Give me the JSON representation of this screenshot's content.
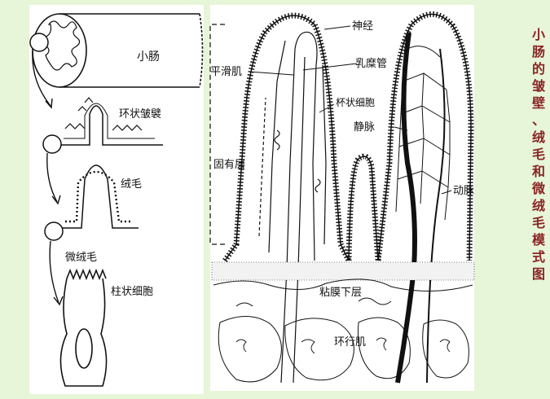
{
  "labels": {
    "small_intestine": "小肠",
    "circular_fold": "环状皱襞",
    "villus": "绒毛",
    "microvilli": "微绒毛",
    "columnar_cell": "柱状细胞",
    "nerve": "神经",
    "smooth_muscle": "平滑肌",
    "lacteal": "乳糜管",
    "goblet_cell": "杯状细胞",
    "vein": "静脉",
    "lamina_propria": "固有层",
    "artery": "动脉",
    "submucosa": "粘膜下层",
    "circular_muscle": "环行肌"
  },
  "title_chars": [
    "小",
    "肠",
    "的",
    "皱",
    "壁",
    "、",
    "绒",
    "毛",
    "和",
    "微",
    "绒",
    "毛",
    "模",
    "式",
    "图"
  ],
  "colors": {
    "background": "#e7f5d8",
    "panel": "#ffffff",
    "ink": "#111111",
    "title": "#8a2424"
  }
}
